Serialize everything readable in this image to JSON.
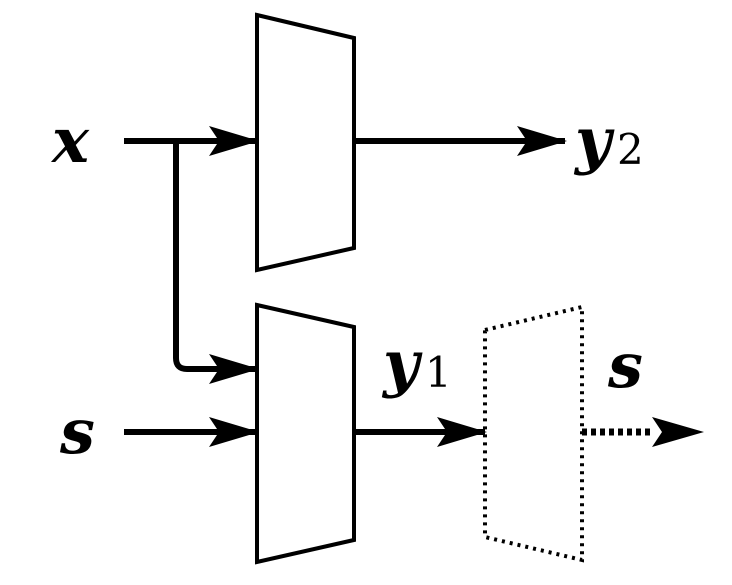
{
  "diagram": {
    "labels": {
      "x": "x",
      "s_in": "s",
      "y1_base": "y",
      "y1_sub": "1",
      "y2_base": "y",
      "y2_sub": "2",
      "s_out": "s"
    },
    "colors": {
      "stroke": "#000000",
      "fill": "#ffffff"
    }
  }
}
